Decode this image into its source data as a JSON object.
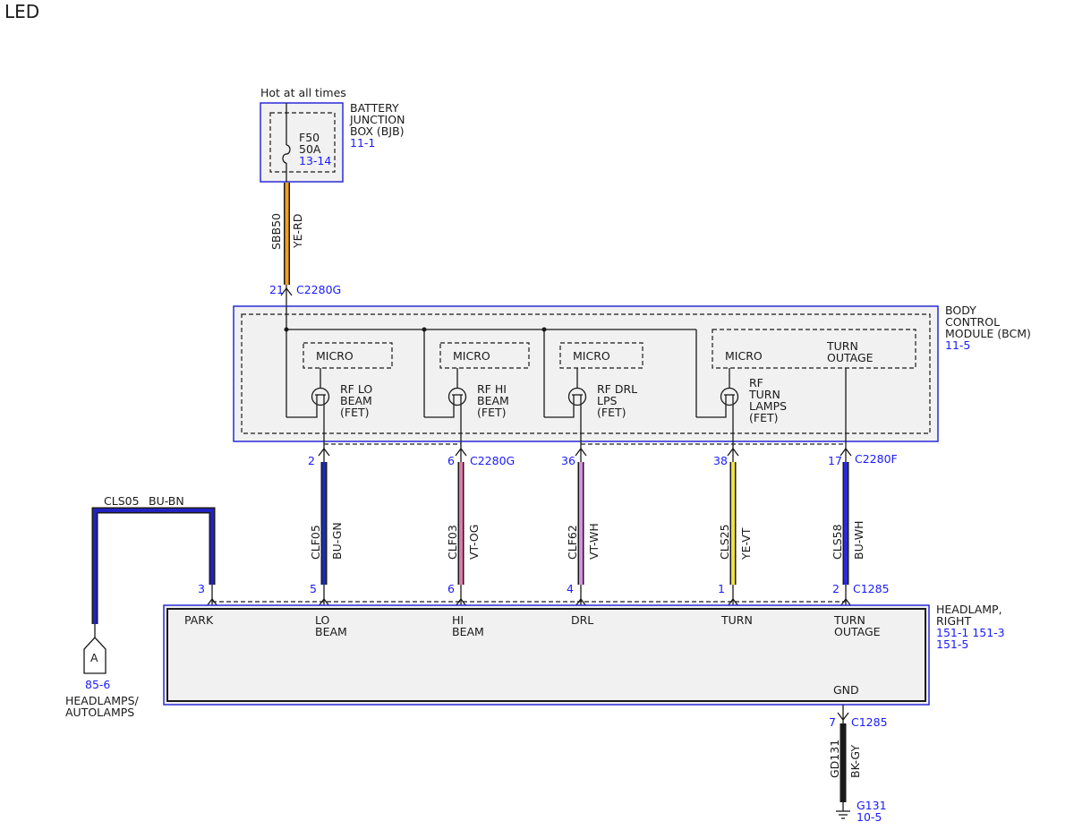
{
  "title": "LED",
  "colors": {
    "blue_ref": "#1a1aff",
    "box_border": "#2a2ad8",
    "box_fill": "#f1f1f1",
    "ye_rd": "#f0a020",
    "bu_gn": "#1a2db0",
    "vt_og": "#e07aa8",
    "vt_wh": "#d890e0",
    "ye_vt": "#f0e040",
    "bu_wh": "#2a2ad8",
    "bu_bn": "#2222c0",
    "bk_gy": "#1a1a1a"
  },
  "bjb": {
    "supply_note": "Hot at all times",
    "name_lines": [
      "BATTERY",
      "JUNCTION",
      "BOX (BJB)"
    ],
    "ref": "11-1",
    "fuse_id": "F50",
    "fuse_rating": "50A",
    "fuse_ref": "13-14"
  },
  "feed_wire": {
    "circuit": "SBB50",
    "color": "YE-RD",
    "pin": "21",
    "connector": "C2280G"
  },
  "bcm": {
    "name_lines": [
      "BODY",
      "CONTROL",
      "MODULE (BCM)"
    ],
    "ref": "11-5",
    "micro_label": "MICRO",
    "turn_outage_lines": [
      "TURN",
      "OUTAGE"
    ],
    "fets": [
      {
        "lines": [
          "RF LO",
          "BEAM",
          "(FET)"
        ]
      },
      {
        "lines": [
          "RF HI",
          "BEAM",
          "(FET)"
        ]
      },
      {
        "lines": [
          "RF DRL",
          "LPS",
          "(FET)"
        ]
      },
      {
        "lines": [
          "RF",
          "TURN",
          "LAMPS",
          "(FET)"
        ]
      }
    ]
  },
  "bcm_pins": [
    {
      "pin": "2",
      "connector": ""
    },
    {
      "pin": "6",
      "connector": "C2280G"
    },
    {
      "pin": "36",
      "connector": ""
    },
    {
      "pin": "38",
      "connector": ""
    },
    {
      "pin": "17",
      "connector": "C2280F"
    }
  ],
  "wires": [
    {
      "circuit": "CLF05",
      "color": "BU-GN"
    },
    {
      "circuit": "CLF03",
      "color": "VT-OG"
    },
    {
      "circuit": "CLF62",
      "color": "VT-WH"
    },
    {
      "circuit": "CLS25",
      "color": "YE-VT"
    },
    {
      "circuit": "CLS58",
      "color": "BU-WH"
    }
  ],
  "park_wire": {
    "circuit": "CLS05",
    "color": "BU-BN"
  },
  "headlamp": {
    "name_lines": [
      "HEADLAMP,",
      "RIGHT"
    ],
    "refs_line1": "151-1 151-3",
    "refs_line2": "151-5",
    "connector": "C1285",
    "pins": [
      {
        "pin": "3",
        "lines": [
          "PARK"
        ]
      },
      {
        "pin": "5",
        "lines": [
          "LO",
          "BEAM"
        ]
      },
      {
        "pin": "6",
        "lines": [
          "HI",
          "BEAM"
        ]
      },
      {
        "pin": "4",
        "lines": [
          "DRL"
        ]
      },
      {
        "pin": "1",
        "lines": [
          "TURN"
        ]
      },
      {
        "pin": "2",
        "lines": [
          "TURN",
          "OUTAGE"
        ]
      }
    ],
    "gnd_label": "GND"
  },
  "offpage": {
    "letter": "A",
    "ref": "85-6",
    "lines": [
      "HEADLAMPS/",
      "AUTOLAMPS"
    ]
  },
  "ground": {
    "pin": "7",
    "connector": "C1285",
    "circuit": "GD131",
    "color": "BK-GY",
    "id": "G131",
    "ref": "10-5"
  }
}
